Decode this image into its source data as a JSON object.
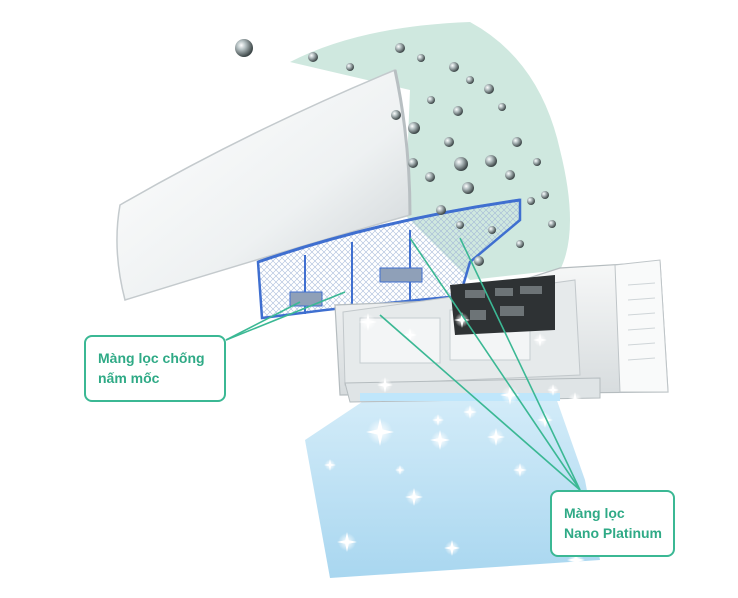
{
  "callouts": {
    "anti_mold_filter": {
      "line1": "Màng lọc chống",
      "line2": "nấm mốc"
    },
    "nano_platinum_filter": {
      "line1": "Màng lọc",
      "line2": "Nano Platinum"
    }
  },
  "colors": {
    "callout_accent": "#3bb894",
    "intake_zone": "#cfe8df",
    "airflow": "#a6d8ef",
    "filter_frame": "#3f6fd0",
    "panel": "#f4f6f7"
  },
  "icons": [
    "dust-particle-icon",
    "sparkle-icon"
  ]
}
